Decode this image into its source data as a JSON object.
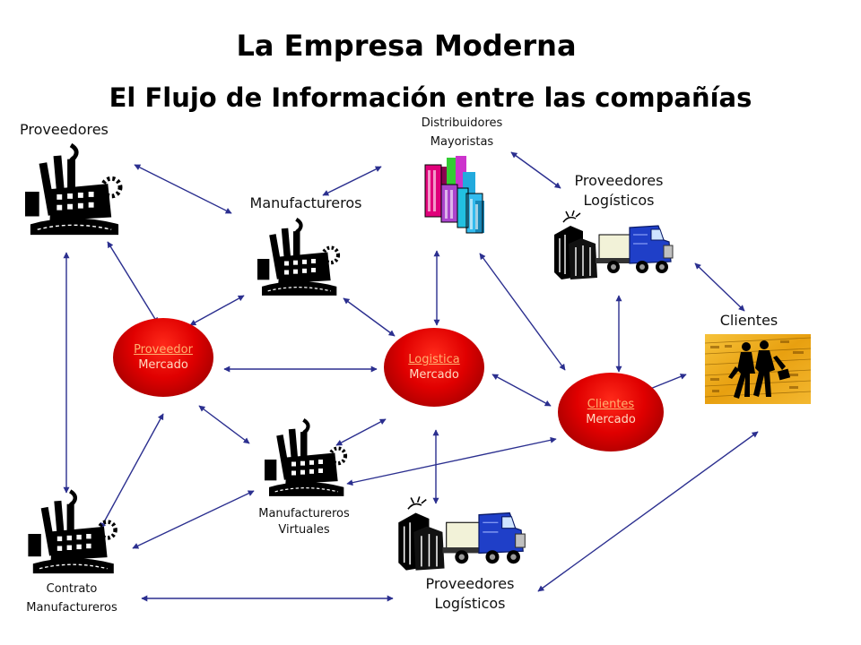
{
  "title": "La Empresa Moderna",
  "subtitle": "El Flujo de Información entre las compañías",
  "labels": {
    "proveedores": "Proveedores",
    "distribuidores_line1": "Distribuidores",
    "distribuidores_line2": "Mayoristas",
    "manufactureros": "Manufactureros",
    "prov_log_top_line1": "Proveedores",
    "prov_log_top_line2": "Logísticos",
    "clientes": "Clientes",
    "manuf_virtuales_line1": "Manufactureros",
    "manuf_virtuales_line2": "Virtuales",
    "contrato_line1": "Contrato",
    "contrato_line2": "Manufactureros",
    "prov_log_bottom_line1": "Proveedores",
    "prov_log_bottom_line2": "Logísticos"
  },
  "markets": {
    "proveedor": {
      "line1": "Proveedor",
      "line2": "Mercado"
    },
    "logistica": {
      "line1": "Logistica",
      "line2": "Mercado"
    },
    "clientes": {
      "line1": "Clientes",
      "line2": "Mercado"
    }
  },
  "colors": {
    "arrow": "#2b2f8f",
    "market_red": "#e00000"
  },
  "icons": [
    "factory-icon",
    "buildings-icon",
    "truck-icon",
    "business-people-icon"
  ]
}
